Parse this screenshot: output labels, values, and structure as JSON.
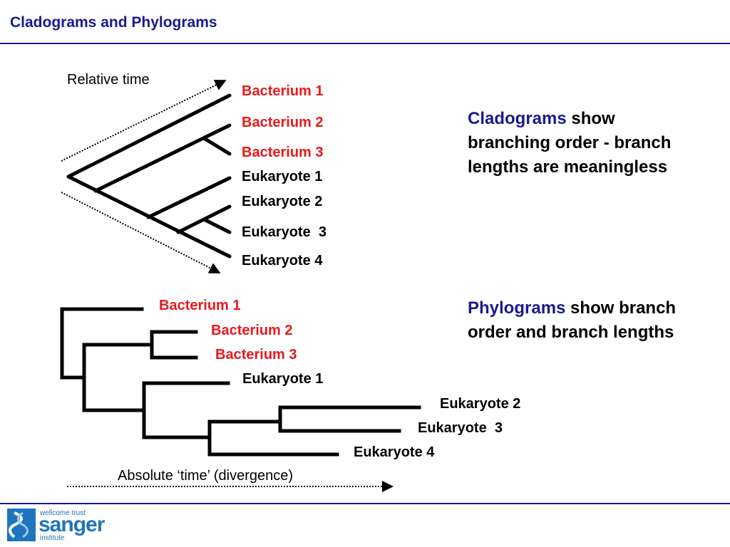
{
  "slide": {
    "title": "Cladograms and Phylograms"
  },
  "cladogram": {
    "axis_label": "Relative time",
    "taxa": [
      "Bacterium 1",
      "Bacterium 2",
      "Bacterium 3",
      "Eukaryote 1",
      "Eukaryote 2",
      "Eukaryote  3",
      "Eukaryote 4"
    ],
    "note_keyword": "Cladograms",
    "note_rest": " show branching order - branch lengths are meaningless"
  },
  "phylogram": {
    "axis_label": "Absolute ‘time’ (divergence)",
    "taxa": [
      "Bacterium 1",
      "Bacterium 2",
      "Bacterium 3",
      "Eukaryote 1",
      "Eukaryote 2",
      "Eukaryote  3",
      "Eukaryote 4"
    ],
    "note_keyword": "Phylograms",
    "note_rest": " show branch order and branch lengths"
  },
  "colors": {
    "title_blue": "#1a1a8c",
    "bacterium_red": "#e8191b",
    "eukaryote_black": "#000000",
    "logo_blue": "#1e74bd"
  },
  "logo": {
    "small_text": "wellcome trust",
    "big_text": "sanger",
    "sub_text": "institute"
  }
}
